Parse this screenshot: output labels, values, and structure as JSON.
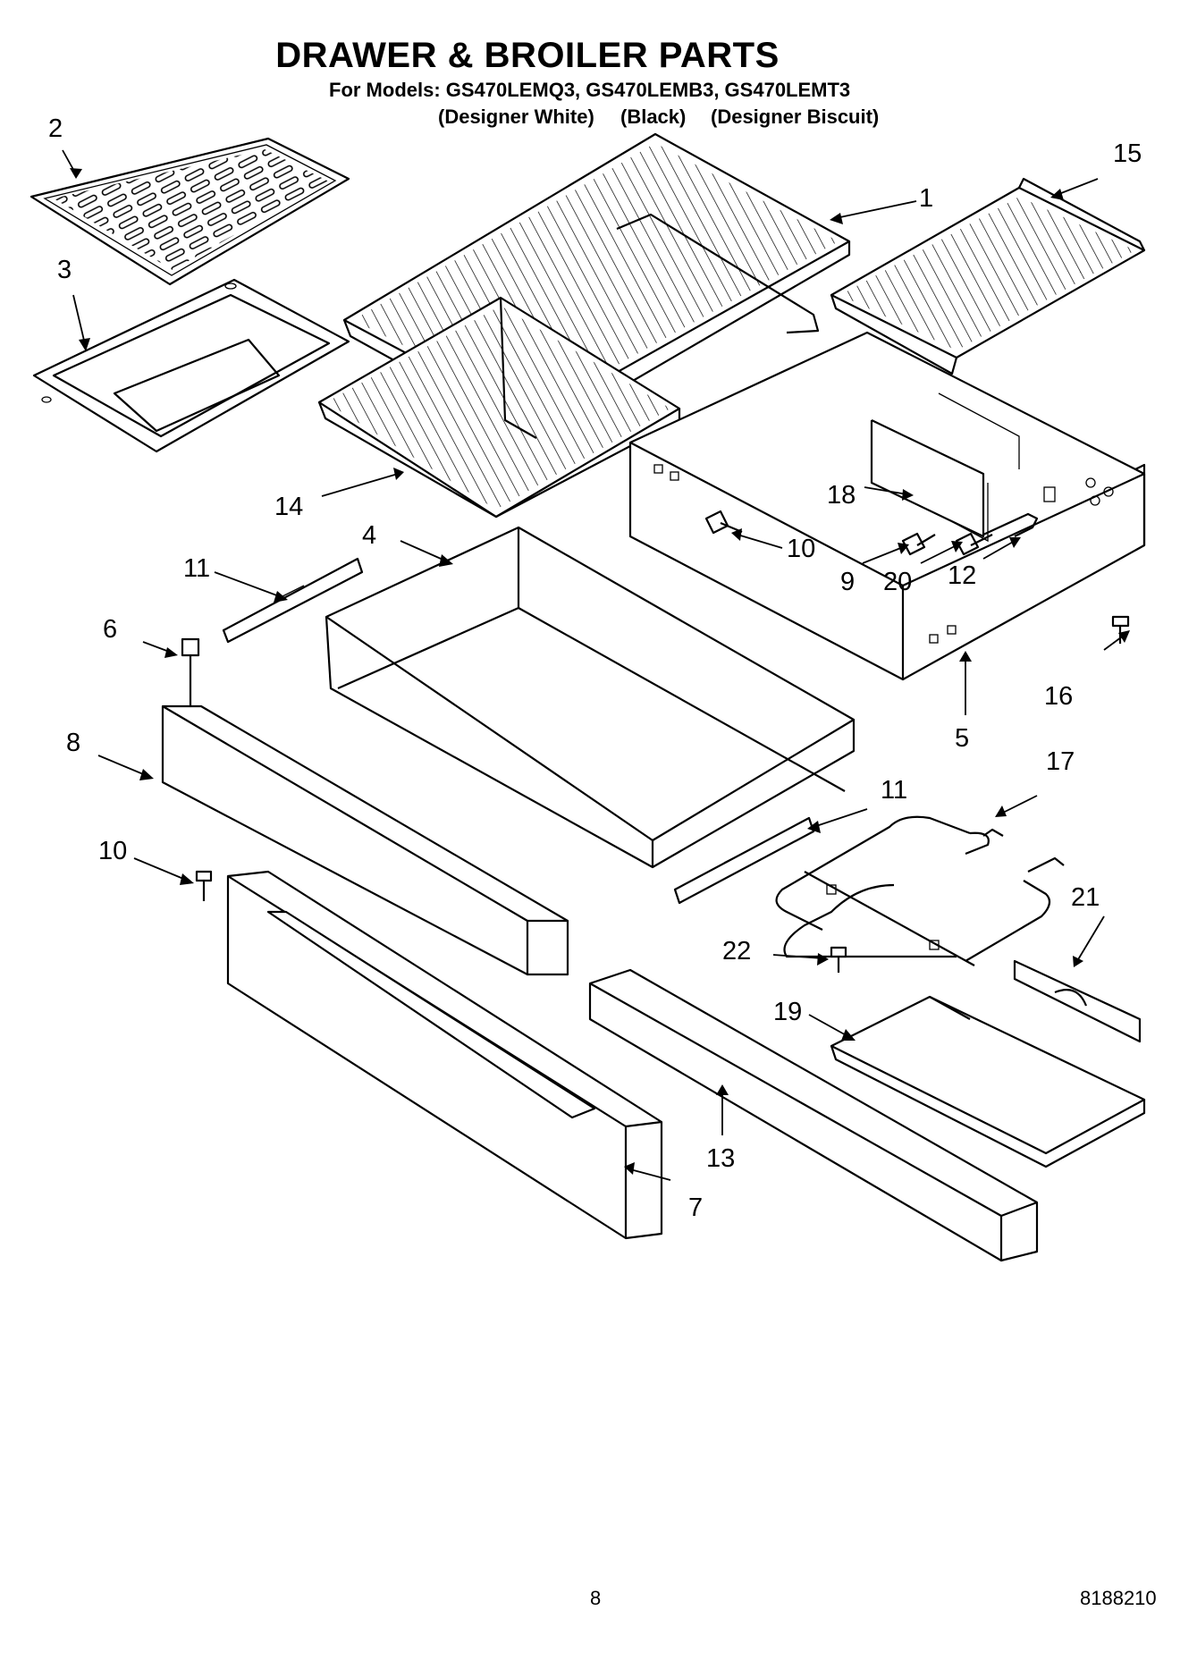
{
  "header": {
    "title": "DRAWER & BROILER PARTS",
    "models_line": "For Models: GS470LEMQ3, GS470LEMB3, GS470LEMT3",
    "colors": [
      "(Designer White)",
      "(Black)",
      "(Designer Biscuit)"
    ]
  },
  "callouts": {
    "c1": "1",
    "c2": "2",
    "c3": "3",
    "c4": "4",
    "c5": "5",
    "c6": "6",
    "c7": "7",
    "c8": "8",
    "c9": "9",
    "c10a": "10",
    "c10b": "10",
    "c11a": "11",
    "c11b": "11",
    "c12": "12",
    "c13": "13",
    "c14": "14",
    "c15": "15",
    "c16": "16",
    "c17": "17",
    "c18": "18",
    "c19": "19",
    "c20": "20",
    "c21": "21",
    "c22": "22"
  },
  "footer": {
    "page_number": "8",
    "doc_number": "8188210"
  }
}
